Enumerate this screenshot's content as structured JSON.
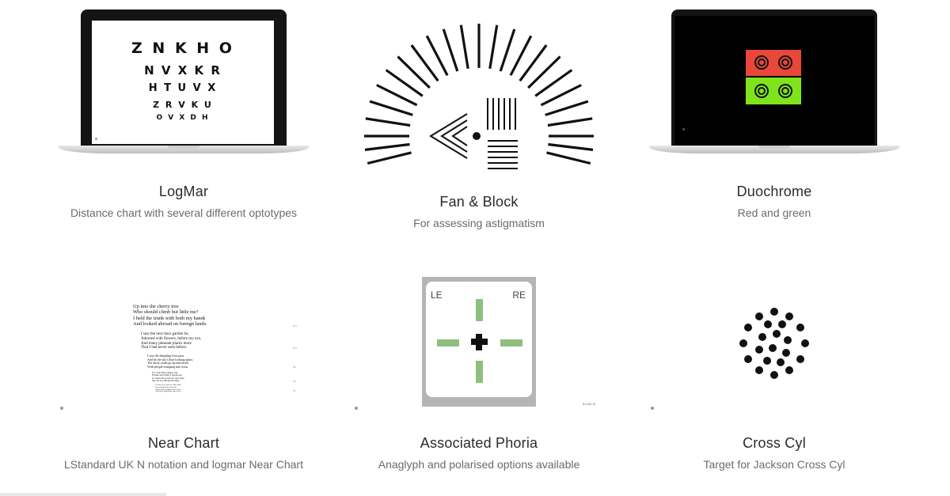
{
  "cards": [
    {
      "title": "LogMar",
      "subtitle": "Distance chart with several different optotypes"
    },
    {
      "title": "Fan & Block",
      "subtitle": "For assessing astigmatism"
    },
    {
      "title": "Duochrome",
      "subtitle": "Red and green"
    },
    {
      "title": "Near Chart",
      "subtitle": "LStandard UK N notation and logmar Near Chart"
    },
    {
      "title": "Associated Phoria",
      "subtitle": "Anaglyph and polarised options available"
    },
    {
      "title": "Cross Cyl",
      "subtitle": "Target for Jackson Cross Cyl"
    }
  ],
  "logmar": {
    "rows": [
      "Z N K H O",
      "N V X K R",
      "H T U V X",
      "Z R V K U",
      "O V X D H"
    ]
  },
  "phoria": {
    "left_label": "LE",
    "right_label": "RE",
    "caption": "6/12(0.3)"
  },
  "near": {
    "stanza1": "Up into the cherry tree\nWho should climb but little me?\nI held the trunk with both my hands\nAnd looked abroad on foreign lands.",
    "stanza2": "I saw the next door garden lie,\nAdorned with flowers, before my eye,\nAnd many pleasant places more\nThat I had never seen before.",
    "stanza3": "I saw the dimpling river pass\nAnd be the sky's blue looking-glass;\nThe dusty roads go up and down\nWith people tramping into town.",
    "stanza4": "If I could find a higher tree\nFarther and farther I should see,\nTo where the grown-up river slips\nInto the sea among the ships.",
    "stanza5": "To where the roads on either hand\nLead onward into fairy land,\nWhere all the children dine at five,\nAnd all the playthings come alive."
  },
  "colors": {
    "duo_red": "#e8473a",
    "duo_green": "#7fe41c",
    "phoria_green": "#8fbf7e"
  }
}
